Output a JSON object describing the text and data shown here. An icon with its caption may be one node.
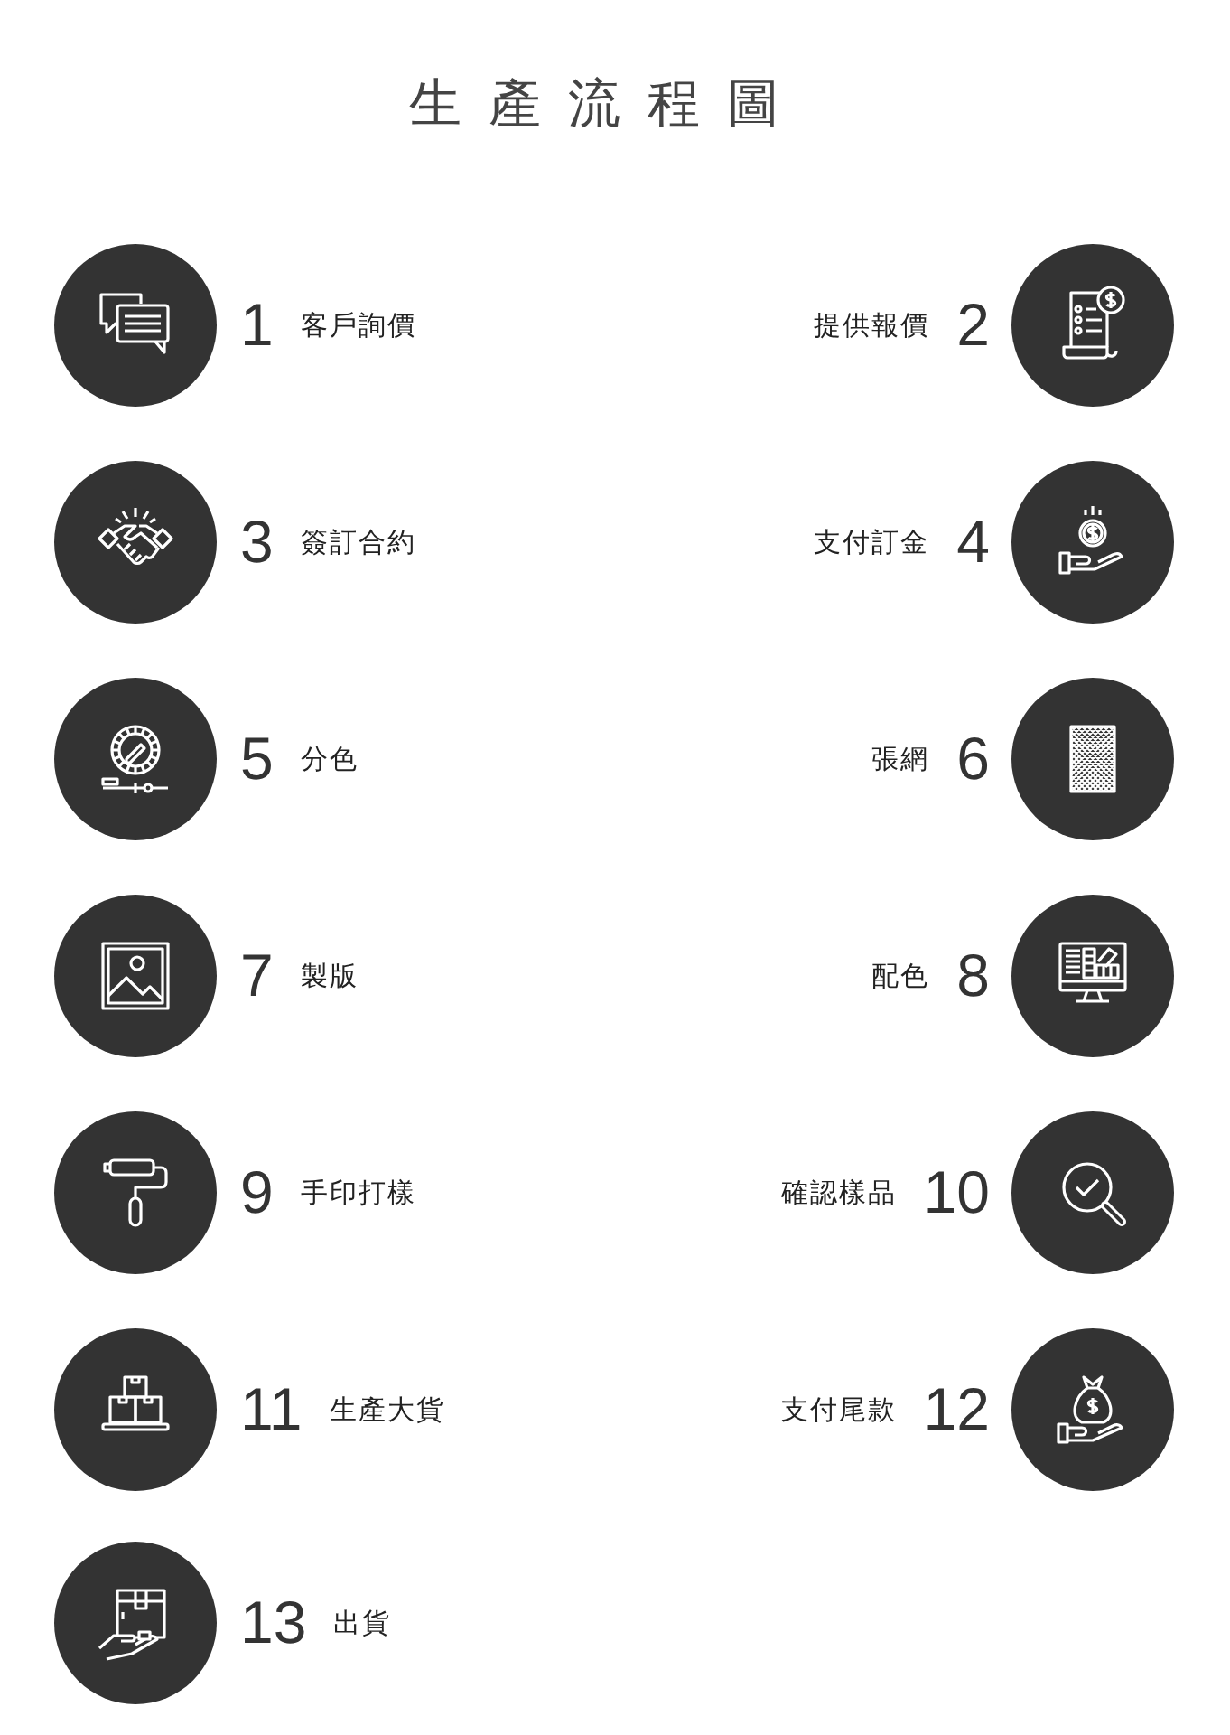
{
  "diagram": {
    "title": "生產流程圖",
    "nodes": [
      {
        "text": [],
        "shape": "circle",
        "beside": [
          "1",
          "客戶詢價"
        ]
      },
      {
        "text": [],
        "shape": "circle",
        "beside": [
          "2",
          "提供報價"
        ]
      },
      {
        "text": [],
        "shape": "circle",
        "beside": [
          "3",
          "簽訂合約"
        ]
      },
      {
        "text": [],
        "shape": "circle",
        "beside": [
          "4",
          "支付訂金"
        ]
      },
      {
        "text": [],
        "shape": "circle",
        "beside": [
          "5",
          "分色"
        ]
      },
      {
        "text": [],
        "shape": "circle",
        "beside": [
          "6",
          "張網"
        ]
      },
      {
        "text": [],
        "shape": "circle",
        "beside": [
          "7",
          "製版"
        ]
      },
      {
        "text": [],
        "shape": "circle",
        "beside": [
          "8",
          "配色"
        ]
      },
      {
        "text": [],
        "shape": "circle",
        "beside": [
          "9",
          "手印打樣"
        ]
      },
      {
        "text": [],
        "shape": "circle",
        "beside": [
          "10",
          "確認樣品"
        ]
      },
      {
        "text": [],
        "shape": "circle",
        "beside": [
          "11",
          "生產大貨"
        ]
      },
      {
        "text": [],
        "shape": "circle",
        "beside": [
          "12",
          "支付尾款"
        ]
      },
      {
        "text": [],
        "shape": "circle",
        "beside": [
          "13",
          "出貨"
        ]
      }
    ]
  }
}
